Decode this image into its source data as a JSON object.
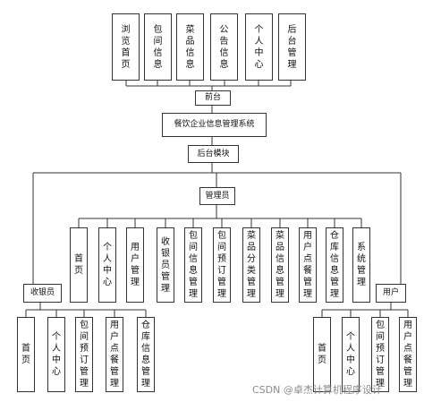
{
  "top_modules": [
    "浏览首页",
    "包间信息",
    "菜品信息",
    "公告信息",
    "个人中心",
    "后台管理"
  ],
  "frontend": "前台",
  "system": "餐饮企业信息管理系统",
  "backend": "后台模块",
  "admin": "管理员",
  "admin_modules": [
    "首页",
    "个人中心",
    "用户管理",
    "收银员管理",
    "包间信息管理",
    "包间预订管理",
    "菜品分类管理",
    "菜品信息管理",
    "用户点餐管理",
    "仓库信息管理",
    "系统管理"
  ],
  "cashier": "收银员",
  "cashier_modules": [
    "首页",
    "个人中心",
    "包间预订管理",
    "用户点餐管理",
    "仓库信息管理"
  ],
  "user": "用户",
  "user_modules": [
    "首页",
    "个人中心",
    "包间预订管理",
    "用户点餐管理"
  ],
  "watermark": "CSDN @卓杰计算机程序设计"
}
